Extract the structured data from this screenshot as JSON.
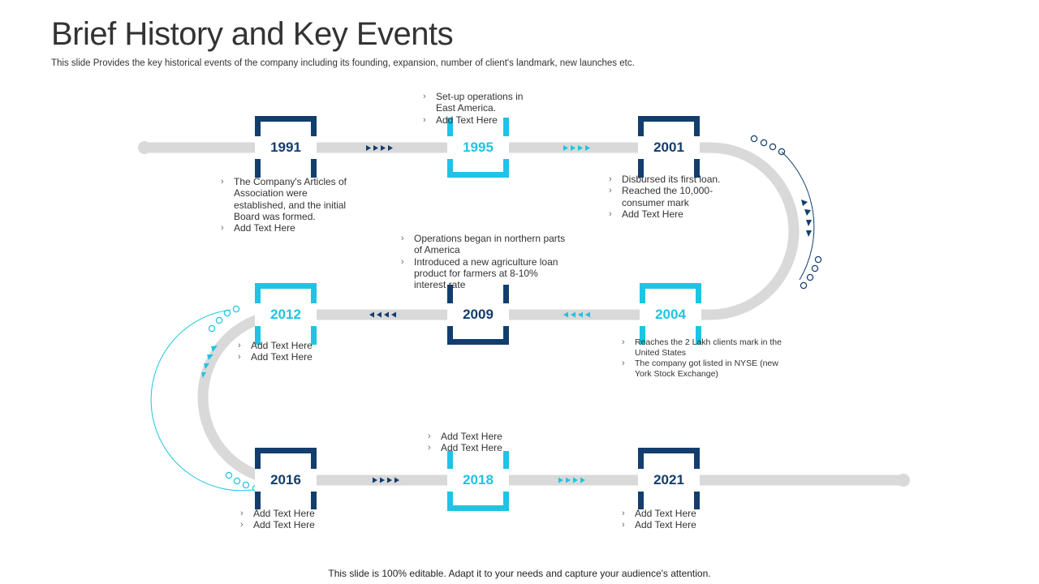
{
  "title": "Brief History and Key Events",
  "subtitle": "This slide Provides the key historical events of the company including its founding, expansion, number of client's landmark, new launches etc.",
  "footer": "This slide is 100% editable. Adapt it to your needs and capture your audience's attention.",
  "colors": {
    "dark": "#123d6e",
    "light": "#1ec4e3",
    "track": "#d9d9d9"
  },
  "milestones": [
    {
      "year": "1991",
      "items": [
        "The Company's Articles of Association were established, and the initial Board was formed.",
        "Add Text Here"
      ]
    },
    {
      "year": "1995",
      "items": [
        "Set-up operations in East America.",
        "Add Text Here"
      ]
    },
    {
      "year": "2001",
      "items": [
        "Disbursed its first loan.",
        "Reached the 10,000-consumer mark",
        "Add Text Here"
      ]
    },
    {
      "year": "2004",
      "items": [
        "Reaches the 2 Lakh clients mark in the United States",
        "The company got listed in NYSE (new York Stock Exchange)"
      ]
    },
    {
      "year": "2009",
      "items": [
        "Operations began in northern parts of America",
        "Introduced a new agriculture loan product for farmers at 8-10% interest rate"
      ]
    },
    {
      "year": "2012",
      "items": [
        "Add Text Here",
        "Add Text Here"
      ]
    },
    {
      "year": "2016",
      "items": [
        "Add Text Here",
        "Add Text Here"
      ]
    },
    {
      "year": "2018",
      "items": [
        "Add Text Here",
        "Add Text Here"
      ]
    },
    {
      "year": "2021",
      "items": [
        "Add Text Here",
        "Add Text Here"
      ]
    }
  ]
}
